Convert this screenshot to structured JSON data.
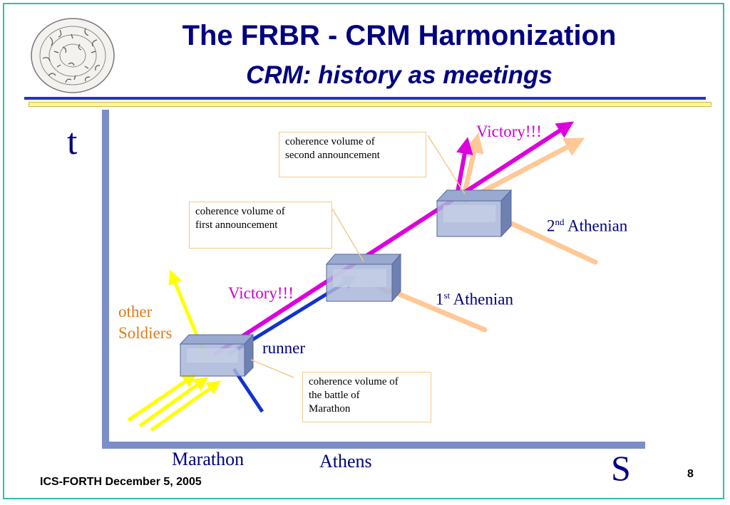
{
  "header": {
    "title": "The FRBR - CRM Harmonization",
    "subtitle": "CRM: history as meetings"
  },
  "diagram": {
    "axis_t": "t",
    "axis_s": "S",
    "places": [
      "Marathon",
      "Athens"
    ],
    "victory_labels": [
      "Victory!!!",
      "Victory!!!"
    ],
    "athenian_1": {
      "ordinal": "1",
      "suffix": "st",
      "name": "Athenian"
    },
    "athenian_2": {
      "ordinal": "2",
      "suffix": "nd",
      "name": "Athenian"
    },
    "soldiers_label_line1": "other",
    "soldiers_label_line2": "Soldiers",
    "runner_label": "runner",
    "notes": {
      "second": [
        "coherence volume of",
        "second announcement"
      ],
      "first": [
        "coherence volume of",
        "first announcement"
      ],
      "battle": [
        "coherence volume of",
        "the battle of",
        "Marathon"
      ]
    },
    "colors": {
      "axis": "#7b8ec8",
      "victory": "#dd00dd",
      "athenian": "#ffc896",
      "soldiers": "#ffff00",
      "runner": "#1133cc",
      "box": "#8a9bc4"
    }
  },
  "footer": {
    "org_date": "ICS-FORTH  December 5, 2005",
    "page": "8"
  }
}
